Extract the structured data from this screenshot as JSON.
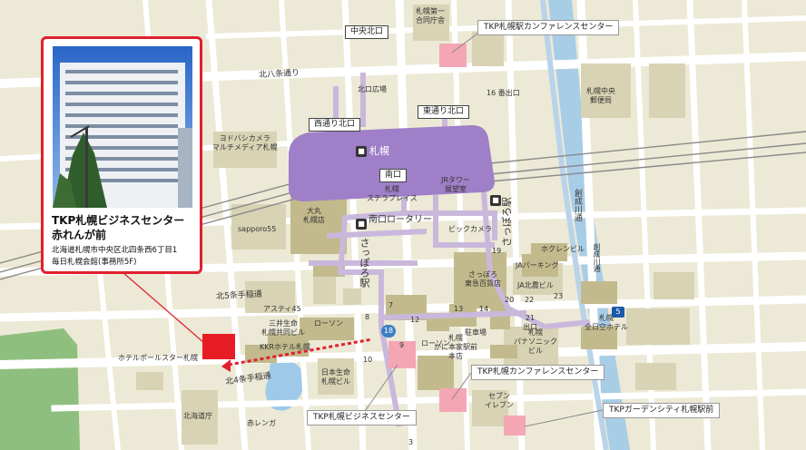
{
  "info_card": {
    "name_line1": "TKP札幌ビジネスセンター",
    "name_line2": "赤れんが前",
    "address_line1": "北海道札幌市中央区北四条西6丁目1",
    "address_line2": "毎日札幌会館(事務所5F)"
  },
  "stations": {
    "sapporo": "札幌",
    "sapporo_subway_name": "さっぽろ駅"
  },
  "exits": {
    "chuo_north": "中央北口",
    "west_north": "西通り北口",
    "east_north": "東通り北口",
    "south": "南口",
    "south_rotary": "南口ロータリー",
    "exit16": "16 番出口"
  },
  "streets": {
    "kita8": "北八条通り",
    "kita5": "北5条手稲通",
    "kita4": "北4条手稲通",
    "soseigawa": "創成川通",
    "sosei_east": "創成川通"
  },
  "callouts": {
    "conf_north": "TKP札幌駅カンファレンスセンター",
    "conf_south": "TKP札幌カンファレンスセンター",
    "business": "TKP札幌ビジネスセンター",
    "garden": "TKPガーデンシティ札幌駅前"
  },
  "landmarks": {
    "goudou": "札幌第一\n合同庁舎",
    "kita_hiroba": "北口広場",
    "yubin": "札幌中央\n郵便局",
    "yodobashi": "ヨドバシカメラ\nマルチメディア札幌",
    "stellar": "札幌\nステラプレイス",
    "jr_tower": "JRタワー\n展望室",
    "daimaru": "大丸\n札幌店",
    "sapporo55": "sapporo55",
    "bic": "ビックカメラ",
    "tokyu": "さっぽろ\n東急百貨店",
    "asty": "アスティ45",
    "mitsui": "三井生命\n札幌共同ビル",
    "lawson1": "ローソン",
    "kkr": "KKRホテル札幌",
    "pole_star": "ホテルポールスター札幌",
    "nissei": "日本生命\n札幌ビル",
    "lawson2": "ローソン",
    "kani": "札幌\nかに本家駅前\n本店",
    "parking1": "駐車場",
    "japarking": "JAパーキング",
    "hokuren": "ホクレンビル",
    "ja_kitanou": "JA北農ビル",
    "panasonic": "札幌\nパナソニック\nビル",
    "zennikku": "札幌\n全日空ホテル",
    "exit21": "21\n出口",
    "seven": "セブン\nイレブン",
    "douchou": "北海道庁",
    "akarenga": "赤レンガ"
  },
  "exit_numbers": [
    "19",
    "20",
    "22",
    "23",
    "7",
    "8",
    "12",
    "13",
    "14",
    "10",
    "9",
    "3"
  ],
  "route_shield": "18",
  "highway_shield": "5",
  "colors": {
    "ground": "#ece9d6",
    "road": "#ffffff",
    "block": "#d8d3b4",
    "building": "#c2ba8c",
    "station": "#9f7fc7",
    "underground": "#c9b8dc",
    "highlight": "#f4a6b5",
    "target": "#e81c24",
    "park": "#8fbf7f",
    "water": "#9ec9e8",
    "accent": "#e0202e"
  },
  "icons": [
    "jr-train-icon",
    "subway-icon",
    "route-shield-icon",
    "highway-shield-icon"
  ]
}
